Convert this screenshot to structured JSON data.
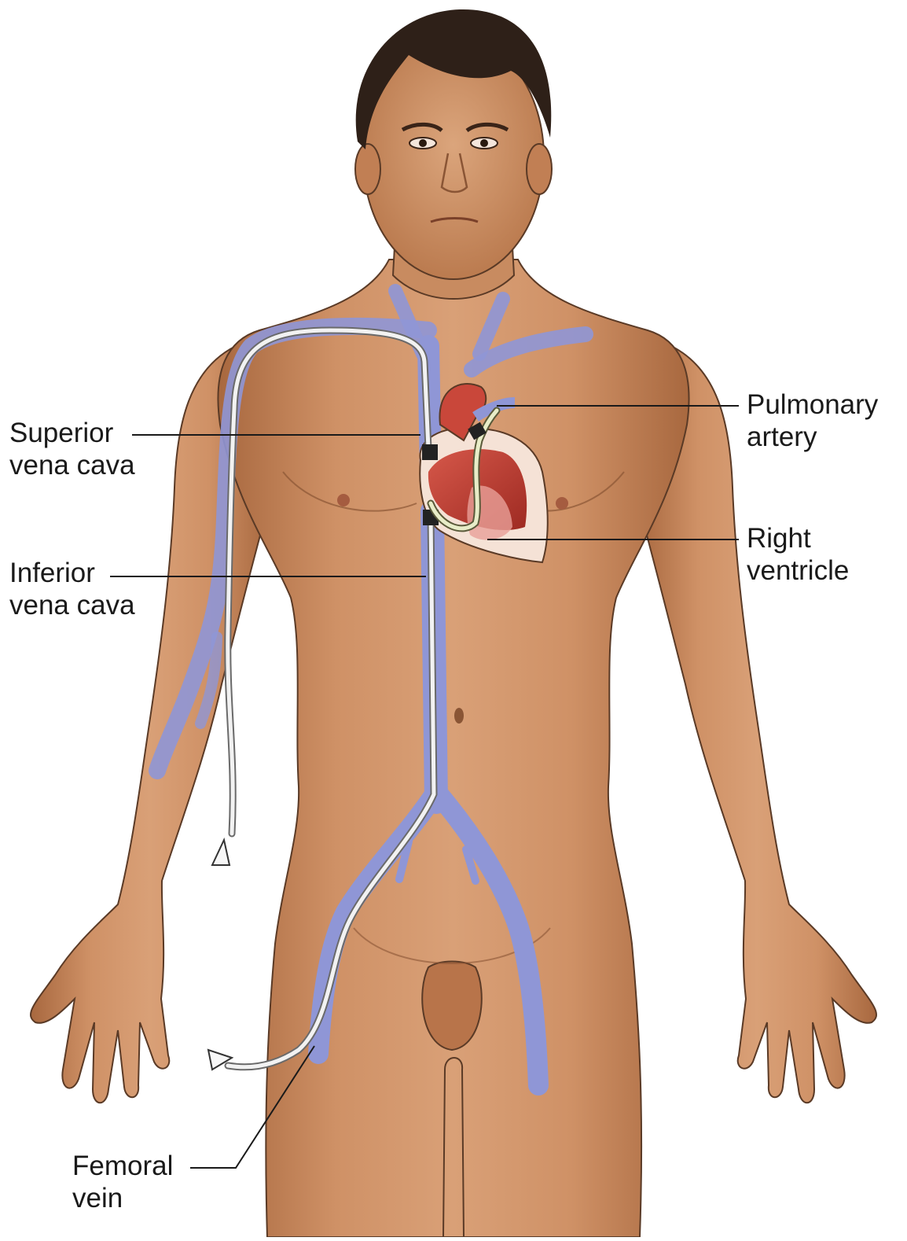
{
  "labels": {
    "superior_vena_cava": {
      "line1": "Superior",
      "line2": "vena cava"
    },
    "inferior_vena_cava": {
      "line1": "Inferior",
      "line2": "vena cava"
    },
    "pulmonary_artery": {
      "line1": "Pulmonary",
      "line2": "artery"
    },
    "right_ventricle": {
      "line1": "Right",
      "line2": "ventricle"
    },
    "femoral_vein": {
      "line1": "Femoral",
      "line2": "vein"
    }
  },
  "colors": {
    "skin": "#c98a5e",
    "skin_shadow": "#a86a42",
    "vein": "#8f96d6",
    "heart": "#c0392b",
    "catheter": "#f2f2f2",
    "hair": "#2e2018",
    "leader": "#1a1a1a"
  }
}
